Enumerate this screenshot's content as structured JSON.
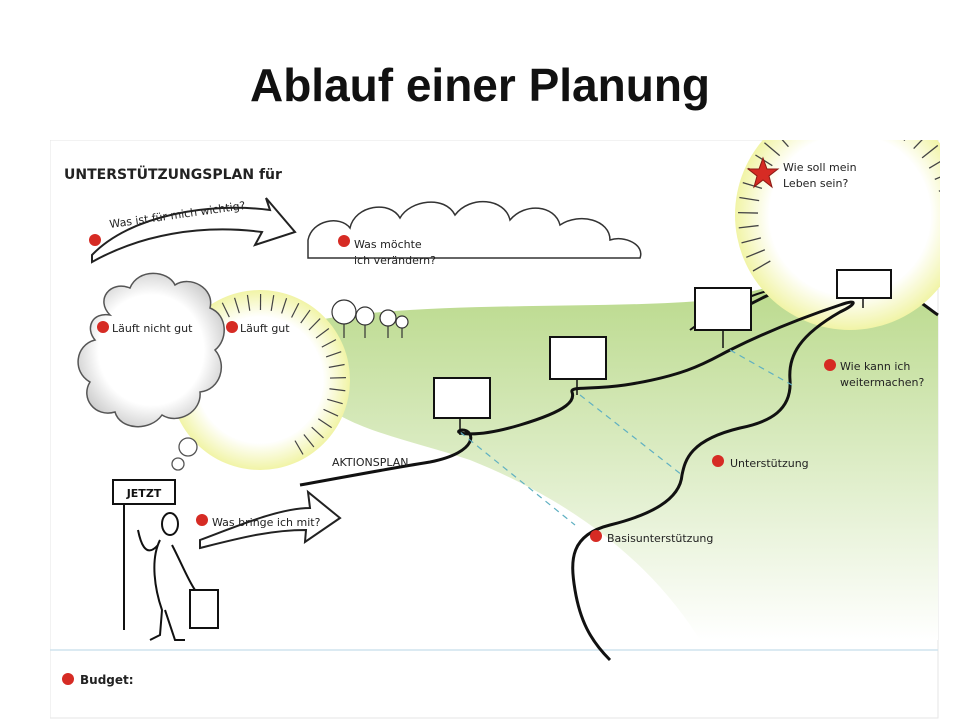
{
  "slide": {
    "title": "Ablauf einer Planung"
  },
  "poster": {
    "header": "UNTERSTÜTZUNGSPLAN für",
    "labels": {
      "wichtig_1": "Was ist für mich wichtig?",
      "veraendern_1": "Was möchte",
      "veraendern_2": "ich verändern?",
      "nicht_gut": "Läuft nicht gut",
      "gut": "Läuft gut",
      "leben_1": "Wie soll mein",
      "leben_2": "Leben sein?",
      "jetzt": "JETZT",
      "bringe": "Was bringe ich mit?",
      "aktionsplan": "AKTIONSPLAN",
      "weiter_1": "Wie kann ich",
      "weiter_2": "weitermachen?",
      "unterstuetzung": "Unterstützung",
      "basis": "Basisunterstützung",
      "budget": "Budget:"
    },
    "colors": {
      "bullet": "#d62b24",
      "star": "#d62b24",
      "grass": "#c9dfa0",
      "sun": "#eef29a",
      "cloud": "#cccccc"
    }
  }
}
